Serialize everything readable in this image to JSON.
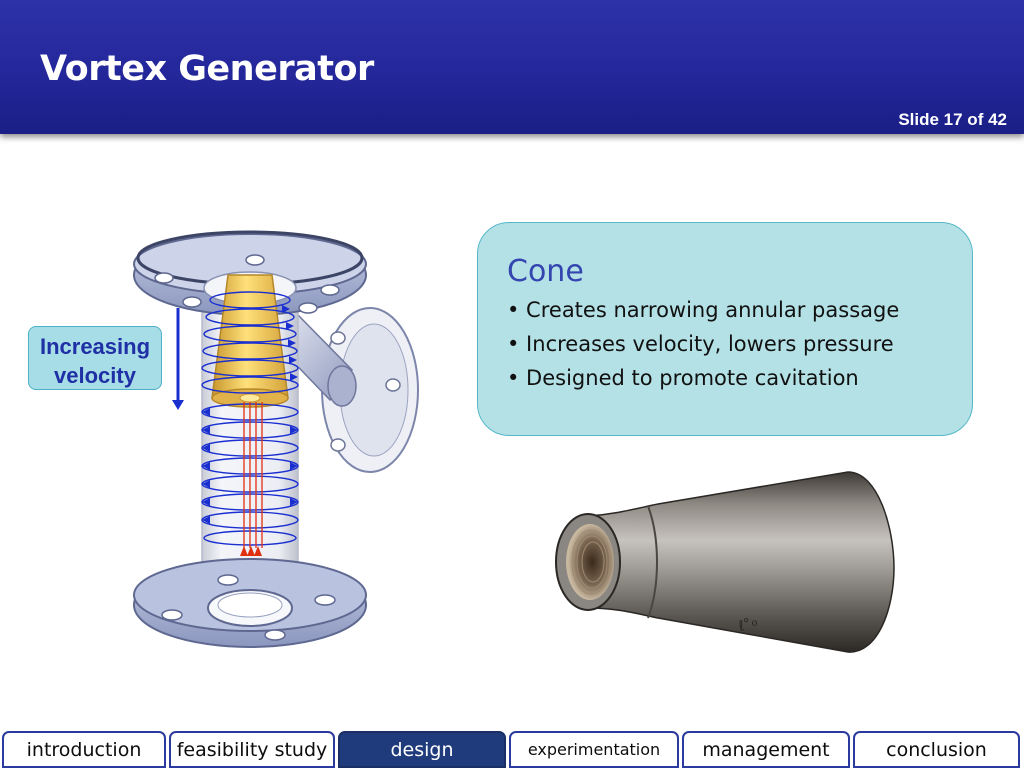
{
  "slide": {
    "title": "Vortex Generator",
    "counter": "Slide 17 of 42"
  },
  "diagram": {
    "label_line1": "Increasing",
    "label_line2": "velocity"
  },
  "callout": {
    "title": "Cone",
    "bullets": [
      "• Creates narrowing annular passage",
      "• Increases velocity, lowers pressure",
      "• Designed to promote cavitation"
    ]
  },
  "nav": {
    "tabs": [
      {
        "label": "introduction",
        "active": false
      },
      {
        "label": "feasibility study",
        "active": false
      },
      {
        "label": "design",
        "active": true
      },
      {
        "label": "experimentation",
        "active": false
      },
      {
        "label": "management",
        "active": false
      },
      {
        "label": "conclusion",
        "active": false
      }
    ]
  },
  "colors": {
    "header": "#23279a",
    "accent_text": "#1f2fa5",
    "callout_bg": "#b4e1e6",
    "active_tab": "#1f3b7c",
    "flow_arrows": "#1a2fd0",
    "jet_arrows": "#e03010"
  },
  "icons": {
    "diagram": "vortex-generator-cutaway-illustration",
    "photo": "metal-cone-reducer-photo"
  }
}
